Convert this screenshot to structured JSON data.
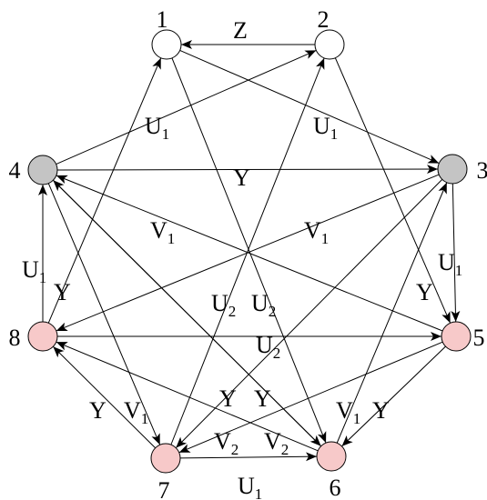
{
  "colors": {
    "white": "#ffffff",
    "gray": "#c4c4c4",
    "pink": "#f7c9c9",
    "stroke": "#000000"
  },
  "nodes": [
    {
      "id": "1",
      "label": "1",
      "fill": "white"
    },
    {
      "id": "2",
      "label": "2",
      "fill": "white"
    },
    {
      "id": "3",
      "label": "3",
      "fill": "gray"
    },
    {
      "id": "4",
      "label": "4",
      "fill": "gray"
    },
    {
      "id": "5",
      "label": "5",
      "fill": "pink"
    },
    {
      "id": "6",
      "label": "6",
      "fill": "pink"
    },
    {
      "id": "7",
      "label": "7",
      "fill": "pink"
    },
    {
      "id": "8",
      "label": "8",
      "fill": "pink"
    }
  ],
  "edges": [
    {
      "from": "2",
      "to": "1",
      "label": "Z"
    },
    {
      "from": "1",
      "to": "3",
      "label": "U",
      "sub": "1"
    },
    {
      "from": "4",
      "to": "2",
      "label": "U",
      "sub": "1"
    },
    {
      "from": "4",
      "to": "3",
      "label": "Y"
    },
    {
      "from": "5",
      "to": "4",
      "label": "V",
      "sub": "1"
    },
    {
      "from": "3",
      "to": "8",
      "label": "V",
      "sub": "1"
    },
    {
      "from": "3",
      "to": "5",
      "label": "U",
      "sub": "1"
    },
    {
      "from": "8",
      "to": "4",
      "label": "U",
      "sub": "1"
    },
    {
      "from": "8",
      "to": "5",
      "label": "U",
      "sub": "2"
    },
    {
      "from": "7",
      "to": "2",
      "label": "U",
      "sub": "2"
    },
    {
      "from": "1",
      "to": "6",
      "label": "U",
      "sub": "2"
    },
    {
      "from": "8",
      "to": "1",
      "label": "Y"
    },
    {
      "from": "2",
      "to": "5",
      "label": "Y"
    },
    {
      "from": "7",
      "to": "8",
      "label": "Y"
    },
    {
      "from": "4",
      "to": "7",
      "label": "V",
      "sub": "1"
    },
    {
      "from": "6",
      "to": "3",
      "label": "V",
      "sub": "1"
    },
    {
      "from": "5",
      "to": "6",
      "label": "Y"
    },
    {
      "from": "3",
      "to": "7",
      "label": "Y"
    },
    {
      "from": "6",
      "to": "4",
      "label": "Y"
    },
    {
      "from": "5",
      "to": "7",
      "label": "V",
      "sub": "2"
    },
    {
      "from": "6",
      "to": "8",
      "label": "V",
      "sub": "2"
    },
    {
      "from": "7",
      "to": "6",
      "label": "U",
      "sub": "1"
    },
    {
      "from": "4",
      "to": "6",
      "label": ""
    }
  ]
}
